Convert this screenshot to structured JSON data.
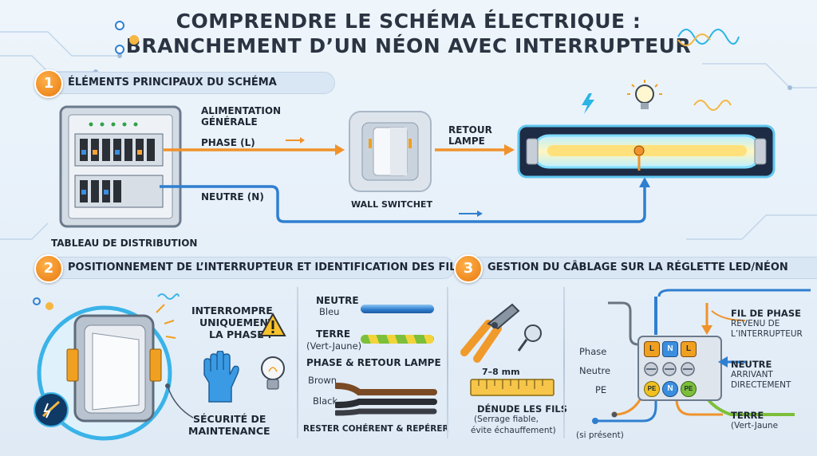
{
  "title": {
    "line1": "COMPRENDRE LE SCHÉMA ÉLECTRIQUE :",
    "line2": "BRANCHEMENT D’UN NÉON AVEC INTERRUPTEUR"
  },
  "section1": {
    "number": "1",
    "heading": "ÉLÉMENTS PRINCIPAUX DU SCHÉMA",
    "alimentation_line1": "ALIMENTATION",
    "alimentation_line2": "GÉNÉRALE",
    "phase": "PHASE (L)",
    "neutre": "NEUTRE (N)",
    "tableau": "TABLEAU DE DISTRIBUTION",
    "switch": "WALL SWITCHET",
    "retour_line1": "RETOUR",
    "retour_line2": "LAMPE"
  },
  "section2": {
    "number": "2",
    "heading": "POSITIONNEMENT DE L’INTERRUPTEUR ET IDENTIFICATION DES FILS",
    "interrompre_line1": "INTERROMPRE",
    "interrompre_line2": "UNIQUEMENT",
    "interrompre_line3": "LA PHASE !",
    "securite_line1": "SÉCURITÉ DE",
    "securite_line2": "MAINTENANCE",
    "neutre_label": "NEUTRE",
    "neutre_color": "Bleu",
    "terre_label": "TERRE",
    "terre_color": "(Vert-Jaune)",
    "phase_retour": "PHASE & RETOUR LAMPE",
    "brown": "Brown",
    "black": "Black",
    "rester": "RESTER COHÉRENT & REPÉRER"
  },
  "section3": {
    "number": "3",
    "heading": "GESTION DU CÂBLAGE SUR LA RÉGLETTE LED/NÉON",
    "mm": "7–8 mm",
    "denude_line1": "DÉNUDE LES FILS",
    "denude_line2": "(Serrage fiable,",
    "denude_line3": "évite échauffement)",
    "row_phase": "Phase",
    "row_neutre": "Neutre",
    "row_pe": "PE",
    "term_l1": "L",
    "term_n1": "N",
    "term_l2": "L",
    "term_pe1": "PE",
    "term_n2": "N",
    "term_pe2": "PE",
    "fil_phase_line1": "FIL DE PHASE",
    "fil_phase_line2": "REVENU DE",
    "fil_phase_line3": "L’INTERRUPTEUR",
    "neutre_arrivant_line1": "NEUTRE",
    "neutre_arrivant_line2": "ARRIVANT",
    "neutre_arrivant_line3": "DIRECTEMENT",
    "terre_line1": "TERRE",
    "terre_line2": "(Vert-Jaune",
    "si_present": "(si présent)"
  },
  "colors": {
    "phase_wire": "#f0922b",
    "neutral_wire": "#2f7fd0",
    "earth_wire": "#7cbf3a",
    "accent_badge": "#e77a10",
    "neon_glow": "#ffe07a"
  }
}
